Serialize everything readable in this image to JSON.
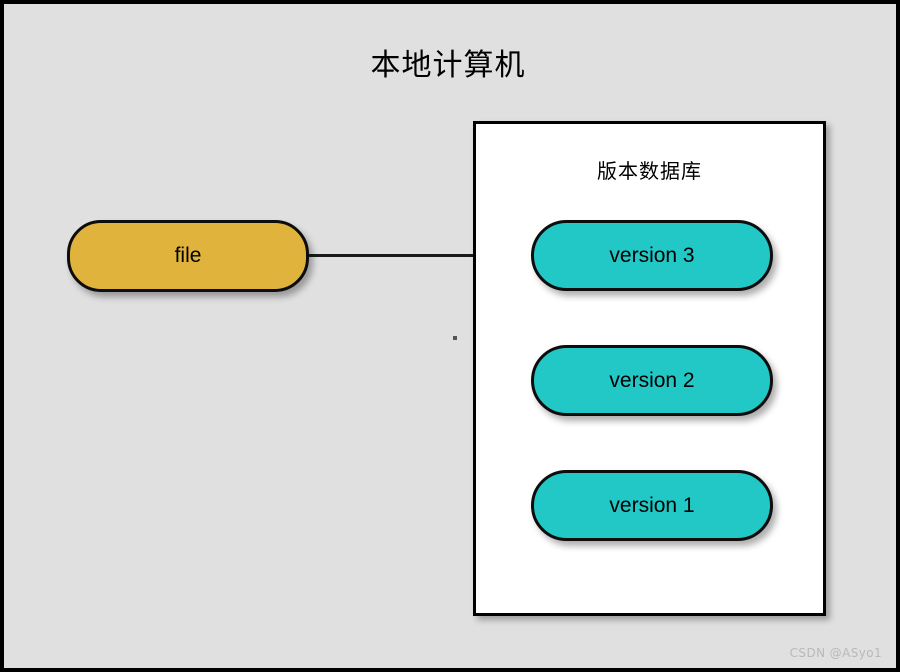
{
  "diagram": {
    "title": "本地计算机",
    "background_color": "#e0e0e0",
    "border_color": "#000000",
    "repository": {
      "title": "版本数据库",
      "background_color": "#ffffff",
      "border_color": "#000000"
    },
    "nodes": [
      {
        "id": "file",
        "label": "file",
        "fill": "#e0b43c",
        "stroke": "#0d0d0d",
        "shape": "rounded-rect"
      },
      {
        "id": "version3",
        "label": "version 3",
        "fill": "#22c8c6",
        "stroke": "#0d0d0d",
        "shape": "rounded-rect"
      },
      {
        "id": "version2",
        "label": "version 2",
        "fill": "#22c8c6",
        "stroke": "#0d0d0d",
        "shape": "rounded-rect"
      },
      {
        "id": "version1",
        "label": "version 1",
        "fill": "#22c8c6",
        "stroke": "#0d0d0d",
        "shape": "rounded-rect"
      }
    ],
    "edges": [
      {
        "from": "file",
        "to": "version3",
        "orientation": "horizontal"
      },
      {
        "from": "version3",
        "to": "version2",
        "orientation": "vertical"
      },
      {
        "from": "version2",
        "to": "version1",
        "orientation": "vertical"
      }
    ]
  },
  "watermark": {
    "text": "CSDN @ASyo1"
  }
}
